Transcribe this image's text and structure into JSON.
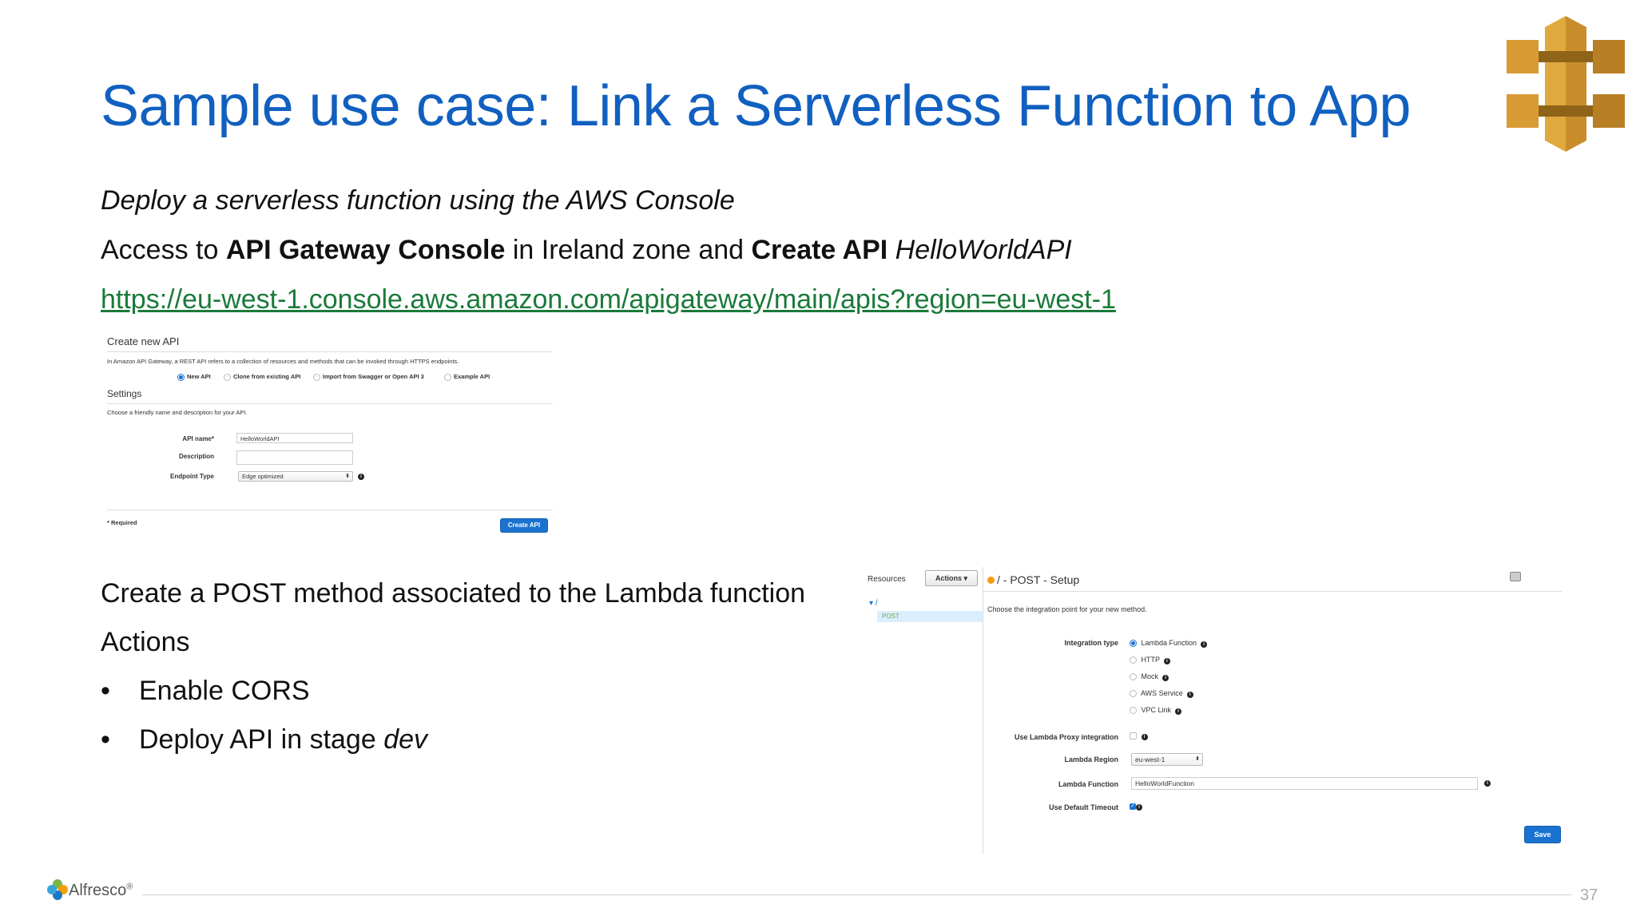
{
  "slide": {
    "title": "Sample use case: Link a Serverless Function to App",
    "line1": "Deploy a serverless function using the AWS Console",
    "line2": {
      "p1": "Access to ",
      "b1": "API Gateway Console",
      "p2": " in Ireland zone and ",
      "b2": "Create API",
      "p3": " ",
      "i1": "HelloWorldAPI"
    },
    "link": "https://eu-west-1.console.aws.amazon.com/apigateway/main/apis?region=eu-west-1",
    "line4": "Create a POST method associated to the Lambda function",
    "line5": "Actions",
    "bullets": [
      {
        "dot": "•",
        "text": "Enable CORS"
      },
      {
        "dot": "•",
        "text": "Deploy API in stage ",
        "italic": "dev"
      }
    ],
    "page_number": "37",
    "footer_brand": "Alfresco",
    "footer_reg": "®",
    "colors": {
      "title": "#1160c0",
      "link": "#1a7a3a",
      "aws_gold": "#c98d2c",
      "aws_blue": "#1a73d0"
    }
  },
  "create_api": {
    "heading": "Create new API",
    "intro": "In Amazon API Gateway, a REST API refers to a collection of resources and methods that can be invoked through HTTPS endpoints.",
    "options": [
      "New API",
      "Clone from existing API",
      "Import from Swagger or Open API 3",
      "Example API"
    ],
    "settings_heading": "Settings",
    "settings_desc": "Choose a friendly name and description for your API.",
    "api_name_label": "API name*",
    "api_name_value": "HelloWorldAPI",
    "description_label": "Description",
    "description_value": "",
    "endpoint_label": "Endpoint Type",
    "endpoint_value": "Edge optimized",
    "required_note": "* Required",
    "create_button": "Create API"
  },
  "post_setup": {
    "resources_label": "Resources",
    "actions_button": "Actions ▾",
    "root_resource": "/",
    "post_item": "POST",
    "title": "/ - POST - Setup",
    "choose_text": "Choose the integration point for your new method.",
    "integration_type_label": "Integration type",
    "integration_options": [
      "Lambda Function",
      "HTTP",
      "Mock",
      "AWS Service",
      "VPC Link"
    ],
    "proxy_label": "Use Lambda Proxy integration",
    "region_label": "Lambda Region",
    "region_value": "eu-west-1",
    "function_label": "Lambda Function",
    "function_value": "HelloWorldFunction",
    "timeout_label": "Use Default Timeout",
    "save_button": "Save"
  }
}
